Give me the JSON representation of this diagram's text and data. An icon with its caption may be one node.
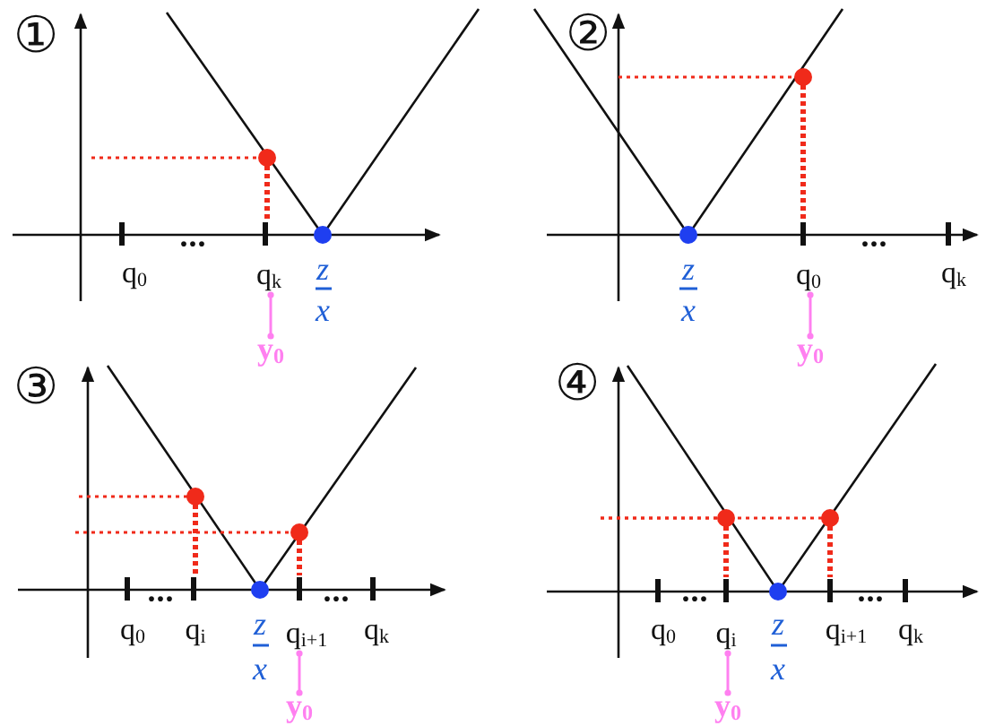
{
  "diagram": {
    "nodes": [
      {
        "text": [
          "q$_{k}$"
        ]
      },
      {
        "text": [
          "y$_{0}$"
        ]
      },
      {
        "text": [
          "q$_{0}$"
        ]
      },
      {
        "text": [
          "y$_{0}$"
        ]
      },
      {
        "text": [
          "q$_{i+1}$"
        ]
      },
      {
        "text": [
          "y$_{0}$"
        ]
      },
      {
        "text": [
          "q$_{i}$"
        ]
      },
      {
        "text": [
          "y$_{0}$"
        ]
      }
    ],
    "edges": [
      {
        "from": 0,
        "to": 1,
        "arrow": "other"
      },
      {
        "from": 2,
        "to": 3,
        "arrow": "other"
      },
      {
        "from": 4,
        "to": 5,
        "arrow": "other"
      },
      {
        "from": 6,
        "to": 7,
        "arrow": "other"
      }
    ],
    "labels": [
      "①",
      "q$_{0}$",
      "···",
      "z",
      "x",
      "②",
      "z",
      "x",
      "···",
      "q$_{k}$",
      "③",
      "q$_{0}$",
      "···",
      "q$_{i}$",
      "z",
      "x",
      "···",
      "q$_{k}$",
      "④",
      "q$_{0}$",
      "···",
      "z",
      "x",
      "q$_{i+1}$",
      "···",
      "q$_{k}$"
    ]
  }
}
